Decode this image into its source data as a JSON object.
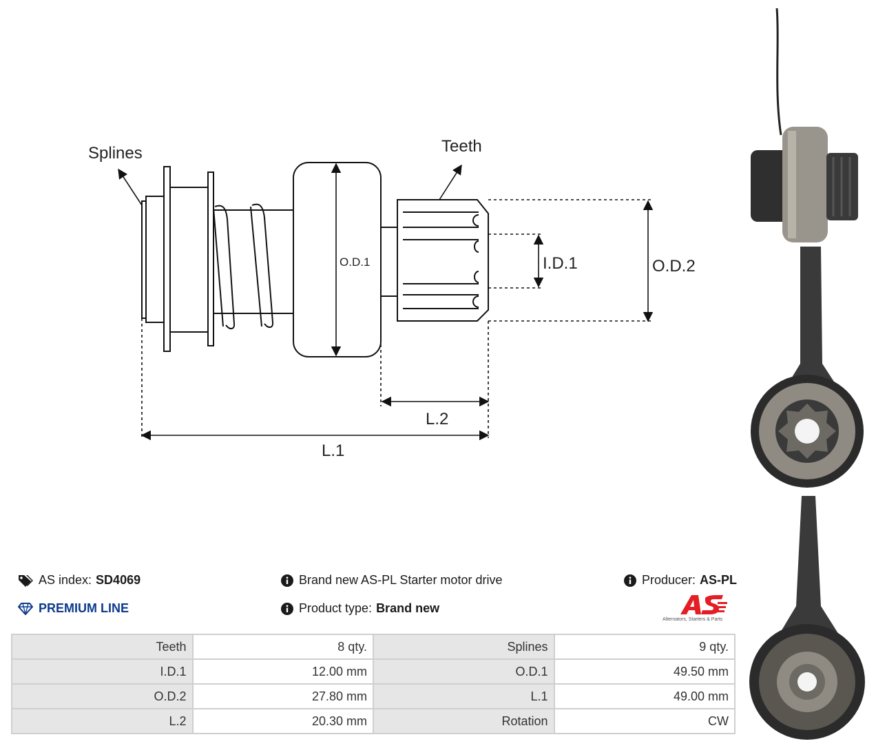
{
  "diagram": {
    "labels": {
      "splines": "Splines",
      "teeth": "Teeth",
      "od1": "O.D.1",
      "id1": "I.D.1",
      "od2": "O.D.2",
      "l2": "L.2",
      "l1": "L.1"
    }
  },
  "info": {
    "as_index_label": "AS index:",
    "as_index_value": "SD4069",
    "premium_line": "PREMIUM LINE",
    "description": "Brand new AS-PL Starter motor drive",
    "product_type_label": "Product type:",
    "product_type_value": "Brand new",
    "producer_label": "Producer:",
    "producer_value": "AS-PL"
  },
  "logo": {
    "mark": "AS",
    "caption": "Alternators, Starters & Parts"
  },
  "colors": {
    "premium_blue": "#0d3a8c",
    "logo_red": "#e31e24",
    "table_header_bg": "#e6e6e6",
    "table_border": "#cfcfcf"
  },
  "specs": {
    "rows": [
      {
        "k1": "Teeth",
        "v1": "8 qty.",
        "k2": "Splines",
        "v2": "9 qty."
      },
      {
        "k1": "I.D.1",
        "v1": "12.00 mm",
        "k2": "O.D.1",
        "v2": "49.50 mm"
      },
      {
        "k1": "O.D.2",
        "v1": "27.80 mm",
        "k2": "L.1",
        "v2": "49.00 mm"
      },
      {
        "k1": "L.2",
        "v1": "20.30 mm",
        "k2": "Rotation",
        "v2": "CW"
      }
    ]
  }
}
